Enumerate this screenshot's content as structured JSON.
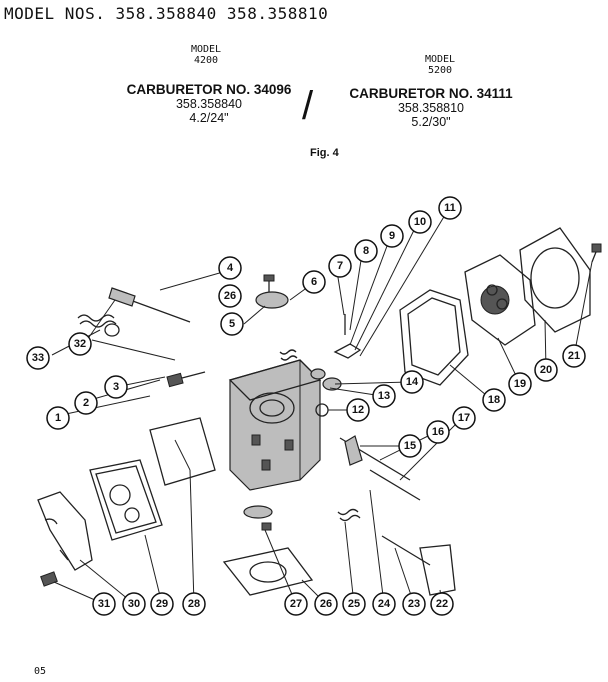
{
  "header": {
    "text": "MODEL NOS. 358.358840 358.358810"
  },
  "left_model": {
    "model_label": "MODEL",
    "model_number": "4200",
    "carburetor": "CARBURETOR NO. 34096",
    "part_number": "358.358840",
    "spec": "4.2/24\""
  },
  "separator": "/",
  "right_model": {
    "model_label": "MODEL",
    "model_number": "5200",
    "carburetor": "CARBURETOR NO. 34111",
    "part_number": "358.358810",
    "spec": "5.2/30\""
  },
  "figure_label": "Fig. 4",
  "footer": "05",
  "callouts": [
    "1",
    "2",
    "3",
    "4",
    "5",
    "6",
    "7",
    "8",
    "9",
    "10",
    "11",
    "12",
    "13",
    "14",
    "15",
    "16",
    "17",
    "18",
    "19",
    "20",
    "21",
    "22",
    "23",
    "24",
    "25",
    "26",
    "26",
    "27",
    "28",
    "29",
    "30",
    "31",
    "32",
    "33"
  ]
}
